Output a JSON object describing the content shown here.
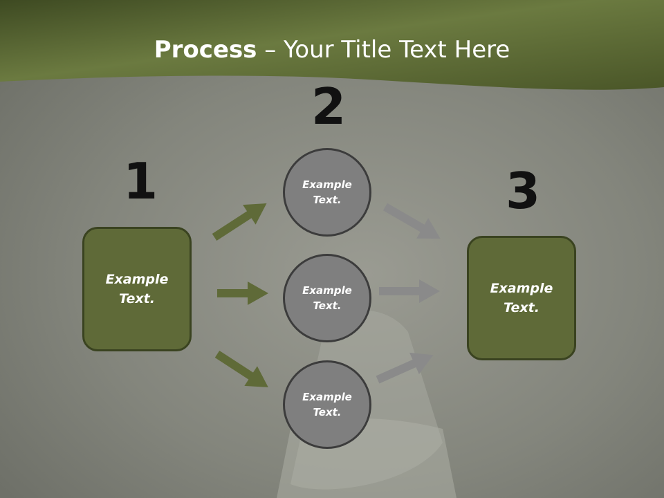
{
  "title": {
    "bold": "Process",
    "rest": " – Your Title Text Here"
  },
  "steps": {
    "one": "1",
    "two": "2",
    "three": "3"
  },
  "left_box": {
    "text": "Example\nText."
  },
  "right_box": {
    "text": "Example\nText."
  },
  "circles": [
    {
      "text": "Example\nText."
    },
    {
      "text": "Example\nText."
    },
    {
      "text": "Example\nText."
    }
  ],
  "colors": {
    "header_green": "#5f6e38",
    "box_fill": "#5f6a38",
    "circle_fill": "#7f7f7f",
    "arrow_green": "#5f6a38",
    "arrow_gray": "#8a8a8a"
  }
}
